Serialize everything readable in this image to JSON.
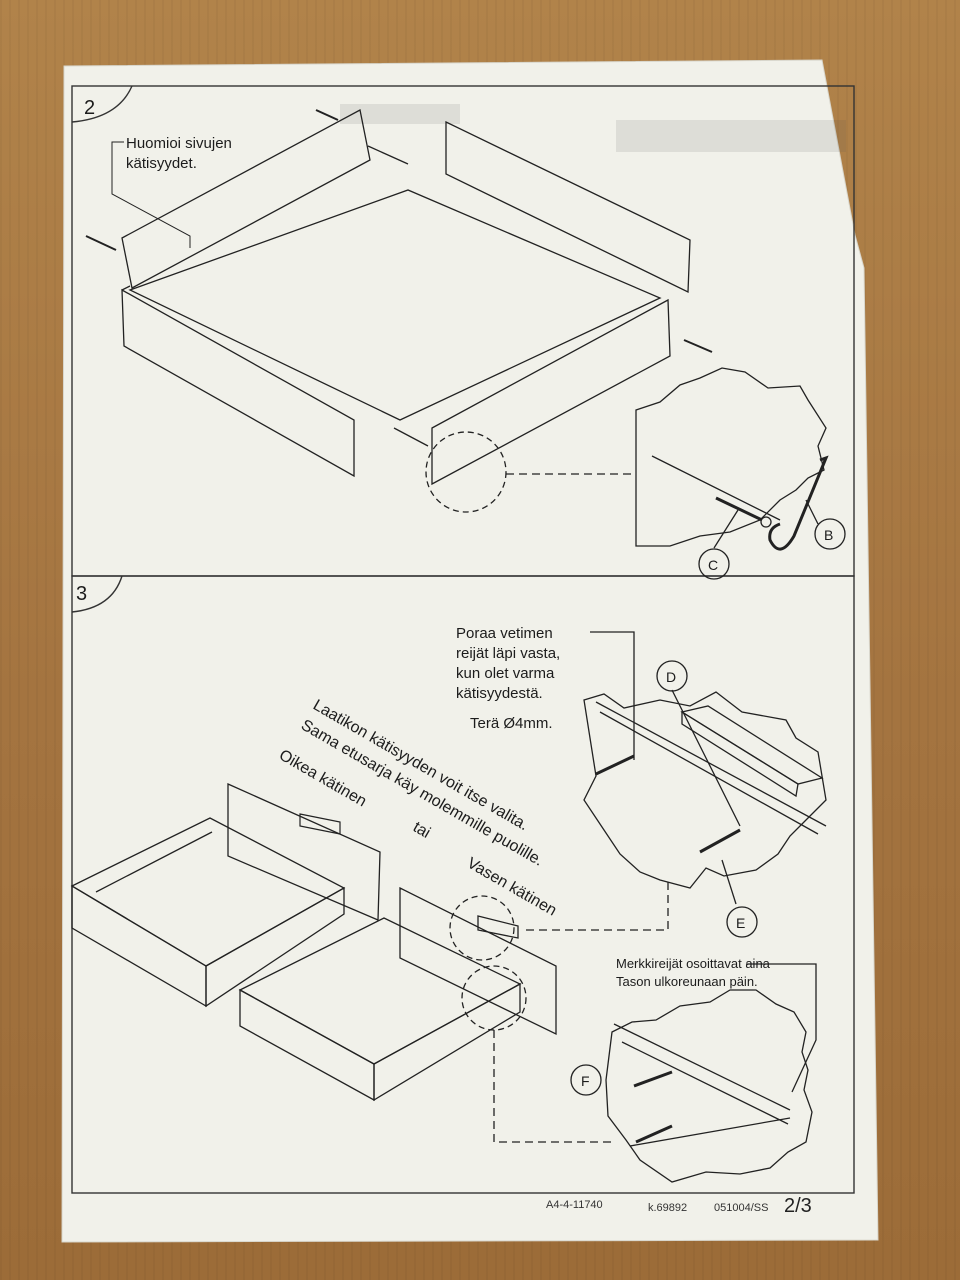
{
  "steps": [
    {
      "number": "2",
      "note_line1": "Huomioi sivujen",
      "note_line2": "kätisyydet.",
      "parts": {
        "b": "B",
        "c": "C"
      }
    },
    {
      "number": "3",
      "drill_note": [
        "Poraa vetimen",
        "reijät läpi vasta,",
        "kun olet varma",
        "kätisyydestä."
      ],
      "drill_bit": "Terä Ø4mm.",
      "handedness_note": [
        "Laatikon kätisyyden voit itse valita.",
        "Sama etusarja käy molemmille puolille."
      ],
      "right_label": "Oikea kätinen",
      "or_label": "tai",
      "left_label": "Vasen kätinen",
      "marker_note": [
        "Merkkireijät osoittavat aina",
        "Tason ulkoreunaan päin."
      ],
      "parts": {
        "d": "D",
        "e": "E",
        "f": "F"
      }
    }
  ],
  "footer": {
    "code1": "A4-4-11740",
    "code2": "k.69892",
    "code3": "051004/SS",
    "page": "2/3"
  },
  "colors": {
    "paper": "#f1f1ea",
    "wood": "#a8793f",
    "ink": "#1c1c1c"
  }
}
